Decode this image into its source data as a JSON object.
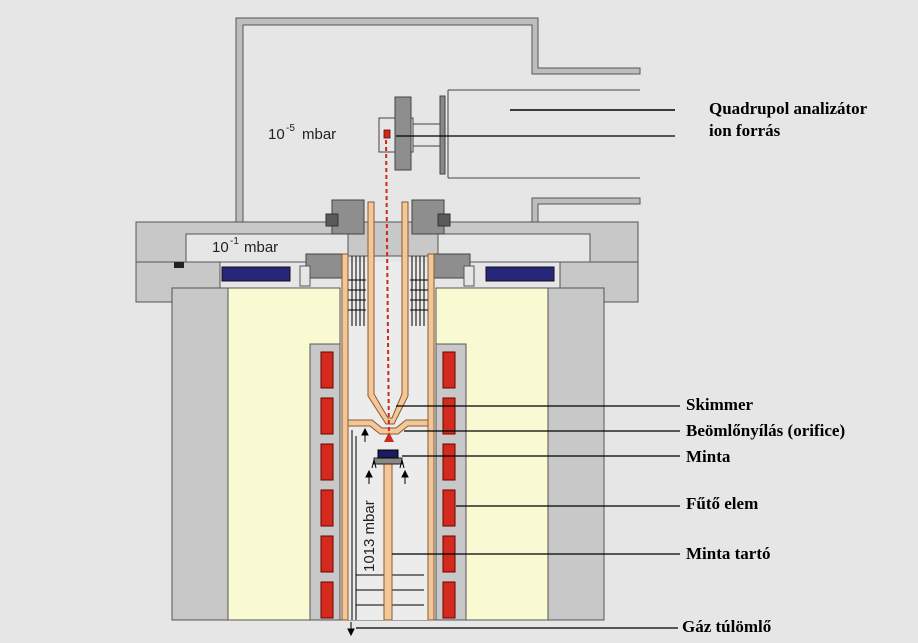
{
  "labels": {
    "quadrupol": "Quadrupol analizátor",
    "ion_source": "ion forrás",
    "skimmer": "Skimmer",
    "orifice": "Beömlőnyílás (orifice)",
    "sample": "Minta",
    "heater": "Fűtő elem",
    "sample_holder": "Minta tartó",
    "gas_overpressure": "Gáz túlömlő"
  },
  "pressures": {
    "high_vacuum": {
      "base": "10",
      "exp": "-5",
      "unit": "mbar"
    },
    "mid_vacuum": {
      "base": "10",
      "exp": "-1",
      "unit": "mbar"
    },
    "ambient": "1013 mbar"
  },
  "colors": {
    "background": "#e6e6e6",
    "housing": "#c8c8c8",
    "insulation": "#fafad2",
    "heater": "#d42a1e",
    "seal": "#27277a",
    "copper": "#f2c79a",
    "beam": "#cc2a1a"
  }
}
